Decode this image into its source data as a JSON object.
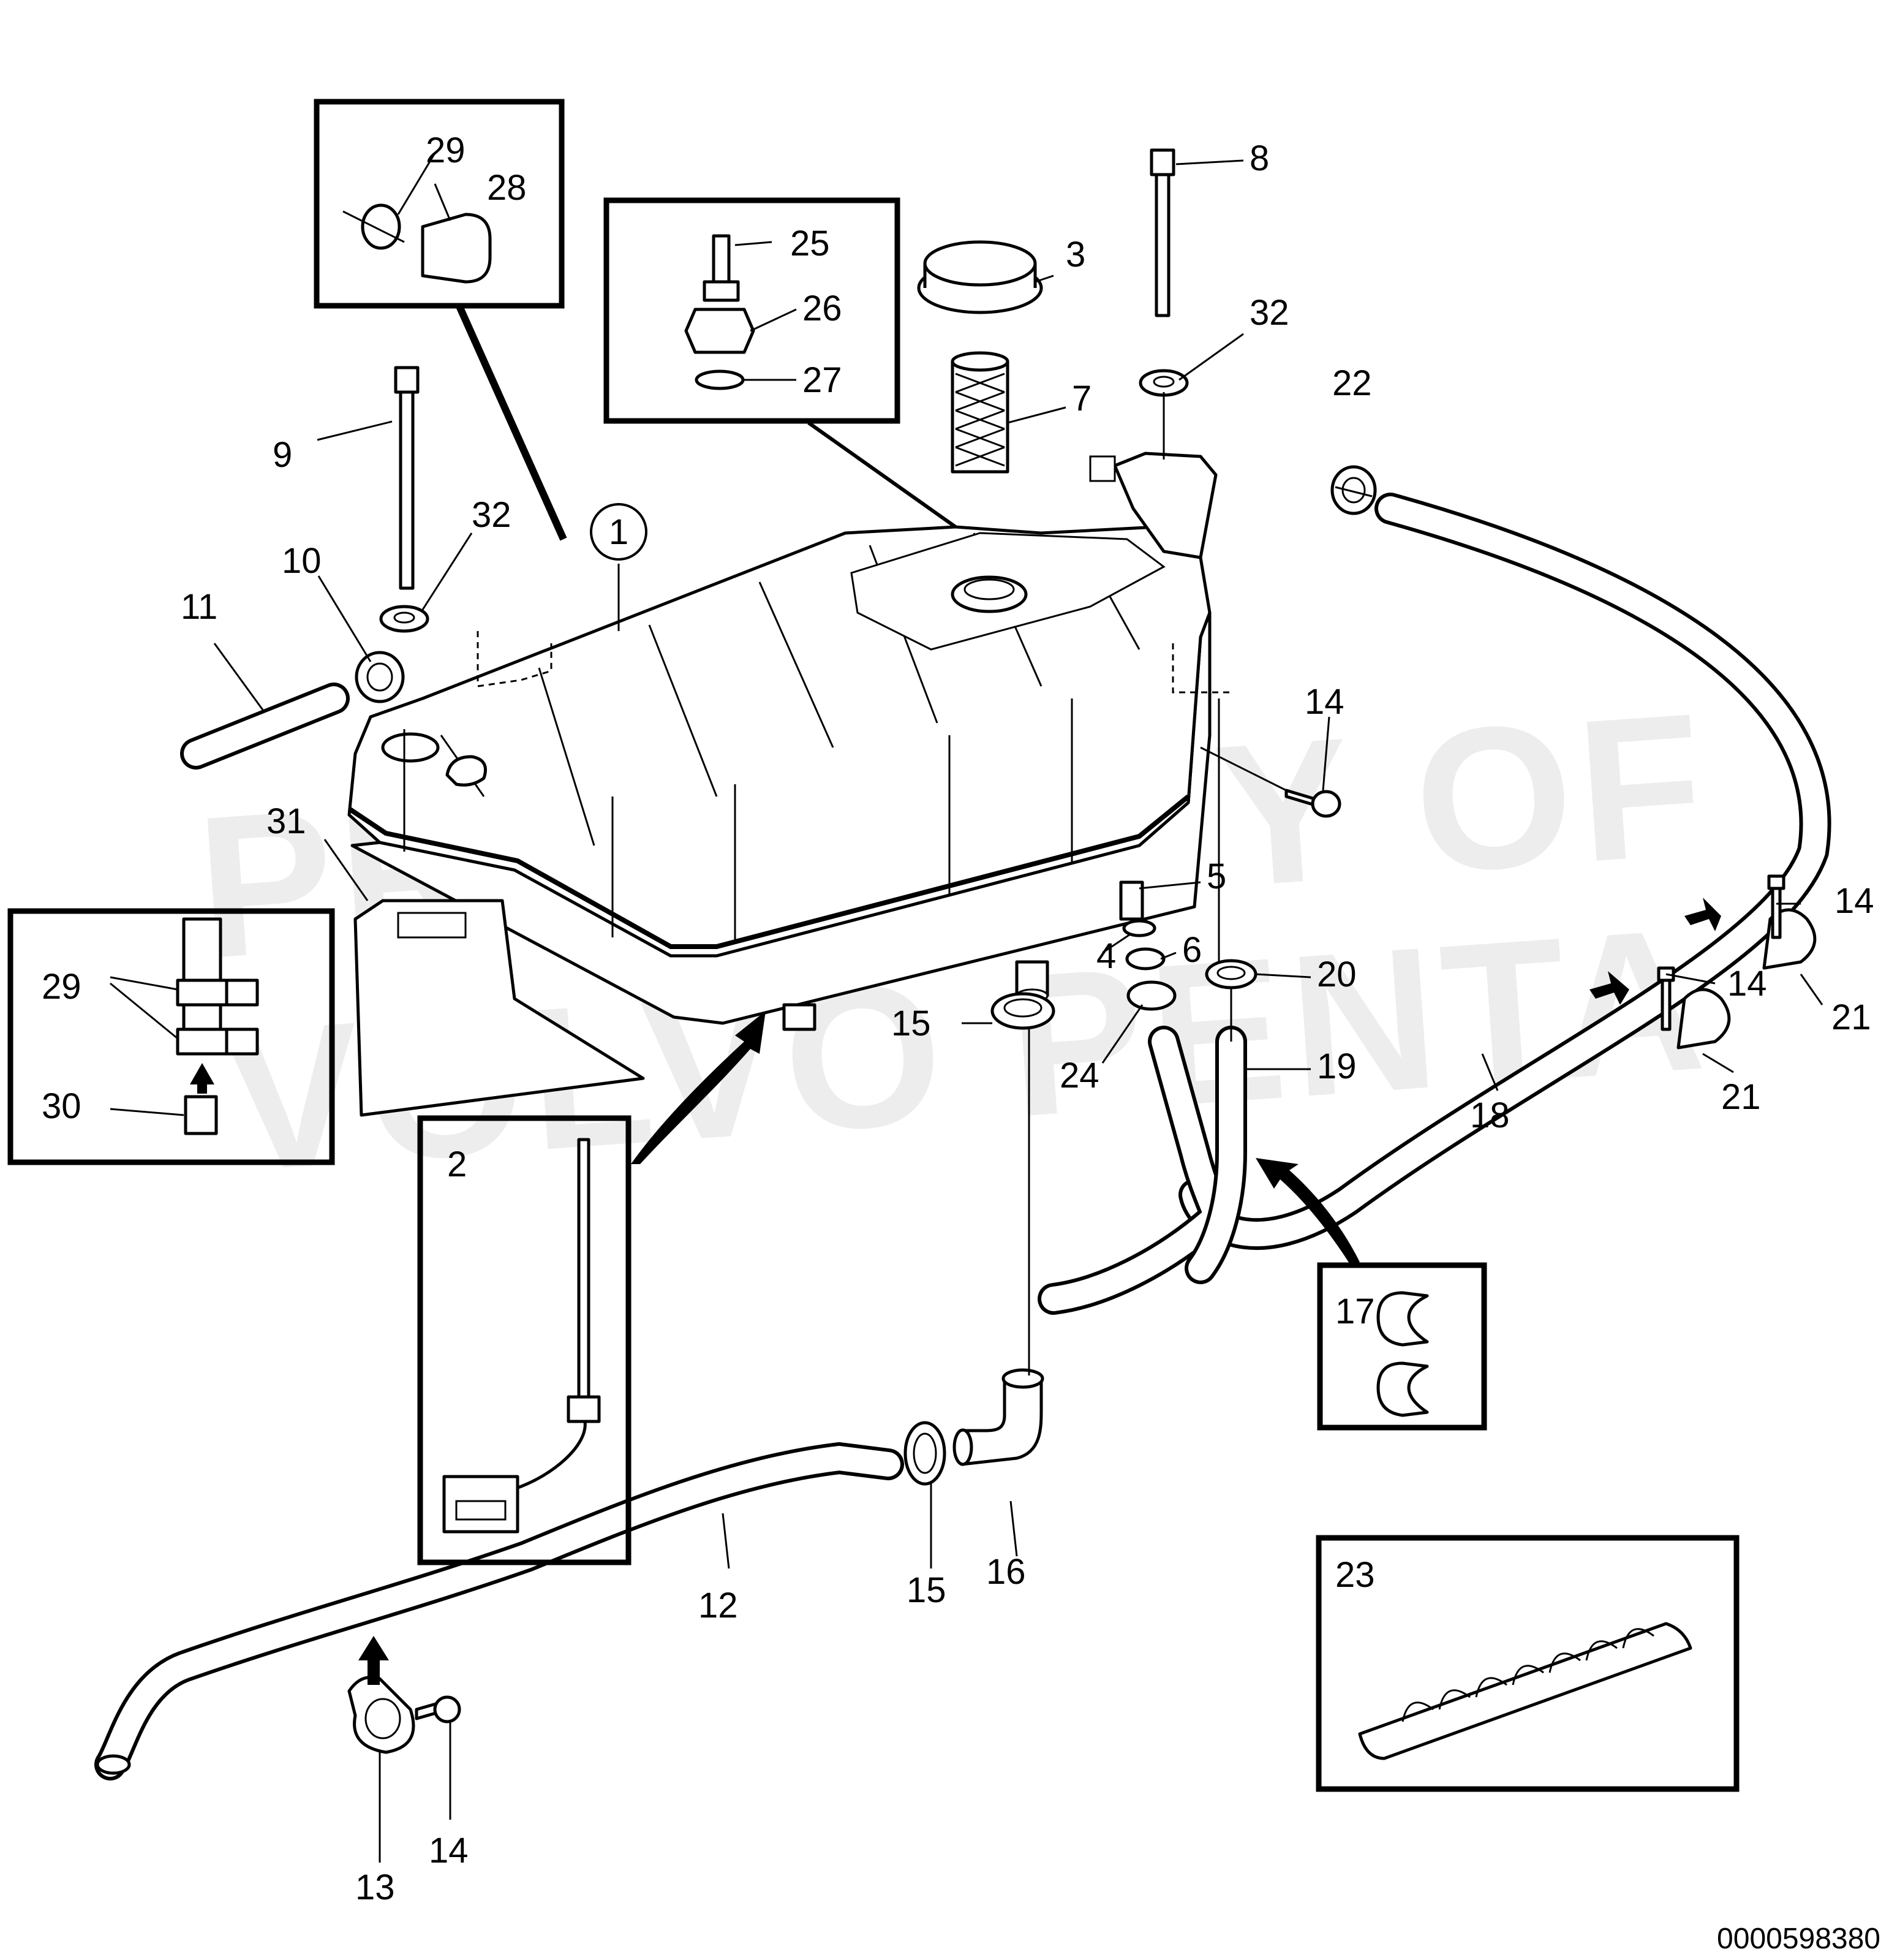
{
  "watermark": [
    "PROPERTY OF",
    "VOLVO PENTA"
  ],
  "document_id": "0000598380",
  "callouts": {
    "c1": "1",
    "c2": "2",
    "c3": "3",
    "c4": "4",
    "c5": "5",
    "c6": "6",
    "c7": "7",
    "c8": "8",
    "c9": "9",
    "c10": "10",
    "c11": "11",
    "c12": "12",
    "c13": "13",
    "c14a": "14",
    "c14b": "14",
    "c14c": "14",
    "c14d": "14",
    "c15a": "15",
    "c15b": "15",
    "c16": "16",
    "c17": "17",
    "c18": "18",
    "c19": "19",
    "c20": "20",
    "c21a": "21",
    "c21b": "21",
    "c22": "22",
    "c23": "23",
    "c24": "24",
    "c25": "25",
    "c26": "26",
    "c27": "27",
    "c28": "28",
    "c29a": "29",
    "c29b": "29",
    "c30": "30",
    "c31": "31",
    "c32a": "32",
    "c32b": "32"
  }
}
